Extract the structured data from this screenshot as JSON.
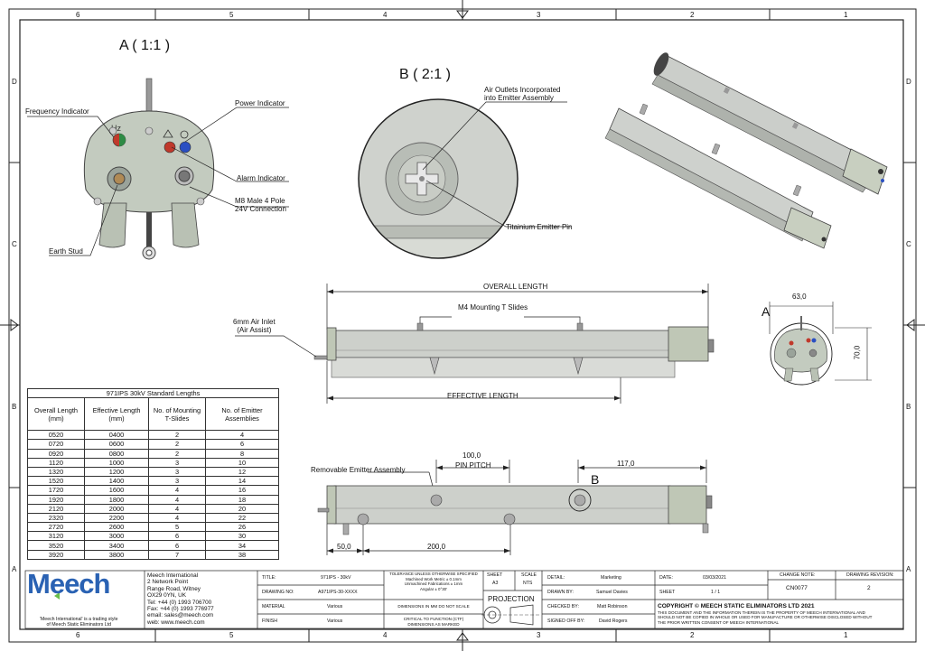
{
  "zones": {
    "top": [
      "6",
      "5",
      "4",
      "3",
      "2",
      "1"
    ],
    "bottom": [
      "6",
      "5",
      "4",
      "3",
      "2",
      "1"
    ],
    "left": [
      "D",
      "C",
      "B",
      "A"
    ],
    "right": [
      "D",
      "C",
      "B",
      "A"
    ]
  },
  "views": {
    "detail_a": {
      "title": "A ( 1:1 )",
      "hz": "Hz",
      "labels": {
        "frequency": "Frequency Indicator",
        "power": "Power Indicator",
        "alarm": "Alarm Indicator",
        "m8_1": "M8 Male 4 Pole",
        "m8_2": "24V Connection",
        "earth": "Earth Stud"
      }
    },
    "detail_b": {
      "title": "B ( 2:1 )",
      "labels": {
        "air1": "Air Outlets Incorporated",
        "air2": "into Emitter Assembly",
        "pin": "Titainium Emitter Pin"
      }
    },
    "front": {
      "overall": "OVERALL LENGTH",
      "mounting": "M4 Mounting T Slides",
      "inlet1": "6mm Air Inlet",
      "inlet2": "(Air Assist)",
      "effective": "EFFECTIVE LENGTH"
    },
    "end": {
      "letter": "A",
      "width": "63,0",
      "height": "70,0"
    },
    "bottom": {
      "removable": "Removable Emitter Assembly",
      "pitch_val": "100,0",
      "pitch_lbl": "PIN PITCH",
      "dim117": "117,0",
      "letter": "B",
      "dim50": "50,0",
      "dim200": "200,0"
    }
  },
  "table": {
    "title": "971IPS 30kV Standard Lengths",
    "headers": [
      "Overall Length (mm)",
      "Effective Length (mm)",
      "No. of Mounting T-Slides",
      "No. of Emitter Assemblies"
    ],
    "rows": [
      [
        "0520",
        "0400",
        "2",
        "4"
      ],
      [
        "0720",
        "0600",
        "2",
        "6"
      ],
      [
        "0920",
        "0800",
        "2",
        "8"
      ],
      [
        "1120",
        "1000",
        "3",
        "10"
      ],
      [
        "1320",
        "1200",
        "3",
        "12"
      ],
      [
        "1520",
        "1400",
        "3",
        "14"
      ],
      [
        "1720",
        "1600",
        "4",
        "16"
      ],
      [
        "1920",
        "1800",
        "4",
        "18"
      ],
      [
        "2120",
        "2000",
        "4",
        "20"
      ],
      [
        "2320",
        "2200",
        "4",
        "22"
      ],
      [
        "2720",
        "2600",
        "5",
        "26"
      ],
      [
        "3120",
        "3000",
        "6",
        "30"
      ],
      [
        "3520",
        "3400",
        "6",
        "34"
      ],
      [
        "3920",
        "3800",
        "7",
        "38"
      ]
    ]
  },
  "title_block": {
    "logo": "Meech",
    "company": [
      "Meech International",
      "2 Network Point",
      "Range Road, Witney",
      "OX29 0YN, UK",
      "Tel:  +44 (0) 1993 706700",
      "Fax: +44 (0) 1993 776977",
      "email:  sales@meech.com",
      "web:  www.meech.com"
    ],
    "trading": [
      "'Meech International' is a trading style",
      "of Meech Static Eliminators Ltd"
    ],
    "title_lbl": "TITLE:",
    "title_val": "971IPS - 30kV",
    "drawing_no_lbl": "DRAWING NO:",
    "drawing_no_val": "A971IPS-30-XXXX",
    "material_lbl": "MATERIAL",
    "material_val": "Various",
    "finish_lbl": "FINISH",
    "finish_val": "Various",
    "tolerance": [
      "TOLERANCE UNLESS OTHERWISE SPECIFIED",
      "Machined Work Metric ± 0.1mm",
      "Unmachined Fabrications ± 1mm",
      "Angular ± 0°30'"
    ],
    "dims_note": "DIMENSIONS IN MM DO NOT SCALE",
    "ctf": [
      "CRITICAL TO FUNCTION (CTF)",
      "DIMENSIONS AS MARKED"
    ],
    "sheet_lbl": "SHEET",
    "sheet_size": "A3",
    "scale_lbl": "SCALE",
    "scale_val": "NTS",
    "projection": "PROJECTION",
    "detail_lbl": "DETAIL:",
    "detail_val": "Marketing",
    "drawn_lbl": "DRAWN BY:",
    "drawn_val": "Samuel Davies",
    "checked_lbl": "CHECKED BY:",
    "checked_val": "Matt Robinson",
    "signed_lbl": "SIGNED OFF BY:",
    "signed_val": "David Rogers",
    "date_lbl": "DATE:",
    "date_val": "03/03/2021",
    "sheet2_lbl": "SHEET",
    "sheet2_val": "1 / 1",
    "change_lbl": "CHANGE NOTE:",
    "change_val": "CN0077",
    "rev_lbl": "DRAWING REVISION:",
    "rev_val": "2",
    "copyright": "COPYRIGHT © MEECH STATIC ELIMINATORS LTD 2021",
    "notice": [
      "THIS DOCUMENT AND THE INFORMATION THEREIN IS THE PROPERTY OF MEECH INTERNATIONAL AND",
      "SHOULD NOT BE COPIED IN WHOLE OR USED FOR MANUFACTURE OR OTHERWISE DISCLOSED WITHOUT",
      "THE PRIOR WRITTEN CONSENT OF MEECH INTERNATIONAL"
    ]
  },
  "colors": {
    "body": "#c9ccc6",
    "endcap": "#b9c3b2",
    "line": "#222222",
    "logo": "#2a62b3"
  }
}
